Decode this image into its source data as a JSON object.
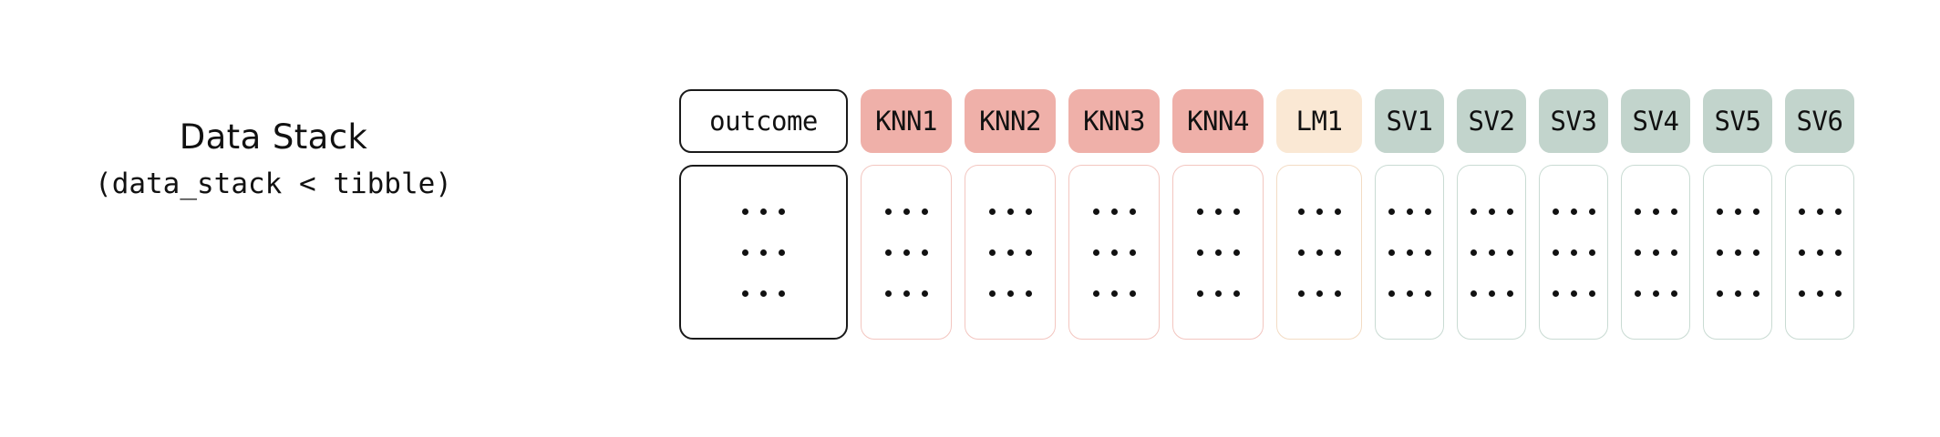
{
  "diagram": {
    "title": "Data Stack",
    "subtitle": "(data_stack < tibble)",
    "ellipsis": "...",
    "row_count": 3,
    "colors": {
      "outcome_border": "#1a1a1a",
      "outcome_fill": "#ffffff",
      "knn_fill": "#efb0a9",
      "knn_border": "#f3c6c0",
      "lm_fill": "#fae8d4",
      "lm_border": "#f3dcc4",
      "sv_fill": "#c2d4cc",
      "sv_border": "#c9dbd3",
      "text": "#111111",
      "background": "#ffffff"
    },
    "columns": [
      {
        "label": "outcome",
        "kind": "outcome",
        "width": 185
      },
      {
        "label": "KNN1",
        "kind": "knn",
        "width": 100
      },
      {
        "label": "KNN2",
        "kind": "knn",
        "width": 100
      },
      {
        "label": "KNN3",
        "kind": "knn",
        "width": 100
      },
      {
        "label": "KNN4",
        "kind": "knn",
        "width": 100
      },
      {
        "label": "LM1",
        "kind": "lm",
        "width": 94
      },
      {
        "label": "SV1",
        "kind": "sv",
        "width": 76
      },
      {
        "label": "SV2",
        "kind": "sv",
        "width": 76
      },
      {
        "label": "SV3",
        "kind": "sv",
        "width": 76
      },
      {
        "label": "SV4",
        "kind": "sv",
        "width": 76
      },
      {
        "label": "SV5",
        "kind": "sv",
        "width": 76
      },
      {
        "label": "SV6",
        "kind": "sv",
        "width": 76
      }
    ]
  }
}
